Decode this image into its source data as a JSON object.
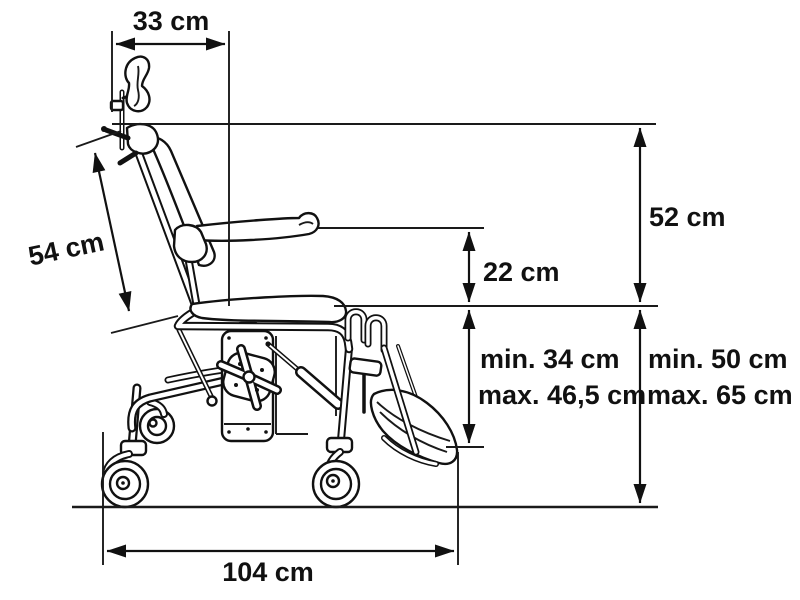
{
  "diagram": {
    "kind": "technical-dimension-drawing",
    "subject": "tilting shower commode wheelchair, side view",
    "units": "cm",
    "colors": {
      "line": "#111111",
      "background": "#ffffff"
    },
    "labels": {
      "headrest_width": "33 cm",
      "backrest_length": "54 cm",
      "seat_to_backrest_top": "52 cm",
      "seat_to_armrest": "22 cm",
      "seat_to_footrest_min": "min. 34 cm",
      "seat_to_footrest_max": "max. 46,5 cm",
      "seat_height_min": "min. 50 cm",
      "seat_height_max": "max. 65 cm",
      "overall_length": "104 cm"
    }
  }
}
